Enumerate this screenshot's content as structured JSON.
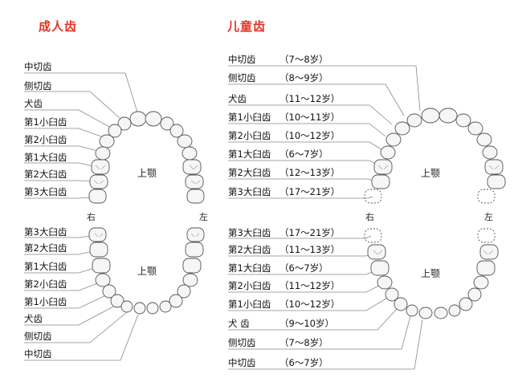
{
  "adult": {
    "title": "成人齿",
    "upper_labels": [
      "中切齿",
      "侧切齿",
      "犬齿",
      "第1小臼齿",
      "第2小臼齿",
      "第1大臼齿",
      "第2大臼齿",
      "第3大臼齿"
    ],
    "lower_labels": [
      "第3大臼齿",
      "第2大臼齿",
      "第1大臼齿",
      "第2小臼齿",
      "第1小臼齿",
      "犬齿",
      "侧切齿",
      "中切齿"
    ],
    "upper_jaw": "上颚",
    "lower_jaw": "上颚",
    "right": "右",
    "left": "左"
  },
  "child": {
    "title": "儿童齿",
    "upper_labels": [
      "中切齿",
      "侧切齿",
      "犬齿",
      "第1小臼齿",
      "第2小臼齿",
      "第1大臼齿",
      "第2大臼齿",
      "第3大臼齿"
    ],
    "upper_ages": [
      "（7～8岁）",
      "（8～9岁）",
      "（11～12岁）",
      "（10～11岁）",
      "（10～12岁）",
      "（6～7岁）",
      "（12～13岁）",
      "（17～21岁）"
    ],
    "lower_labels": [
      "第3大臼齿",
      "第2大臼齿",
      "第1大臼齿",
      "第2小臼齿",
      "第1小臼齿",
      "犬 齿",
      "侧切齿",
      "中切齿"
    ],
    "lower_ages": [
      "（17～21岁）",
      "（11～13岁）",
      "（6～7岁）",
      "（11～12岁）",
      "（10～12岁）",
      "（9～10岁）",
      "（7～8岁）",
      "（6～7岁）"
    ],
    "upper_jaw": "上颚",
    "lower_jaw": "上颚",
    "right": "右",
    "left": "左"
  }
}
